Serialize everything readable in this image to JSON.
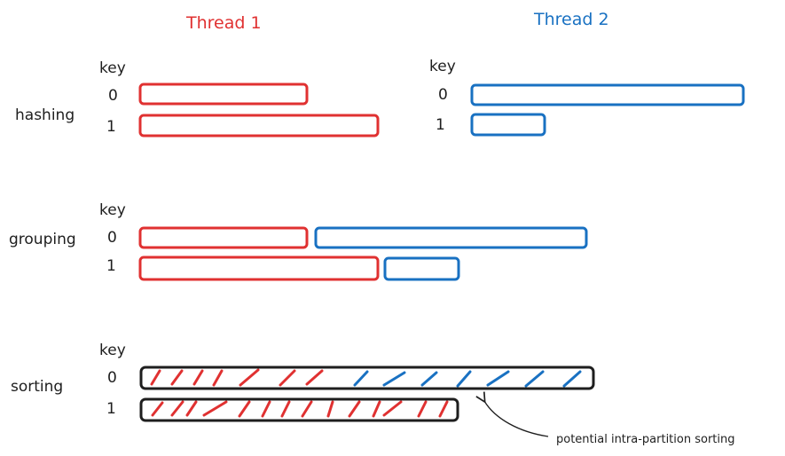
{
  "headers": {
    "thread1": "Thread 1",
    "thread2": "Thread 2"
  },
  "sections": {
    "hashing": "hashing",
    "grouping": "grouping",
    "sorting": "sorting"
  },
  "key_label": "key",
  "keys": [
    "0",
    "1"
  ],
  "annotation": "potential intra-partition sorting",
  "colors": {
    "thread1": "#e03131",
    "thread2": "#1971c2",
    "merged": "#1e1e1e"
  }
}
